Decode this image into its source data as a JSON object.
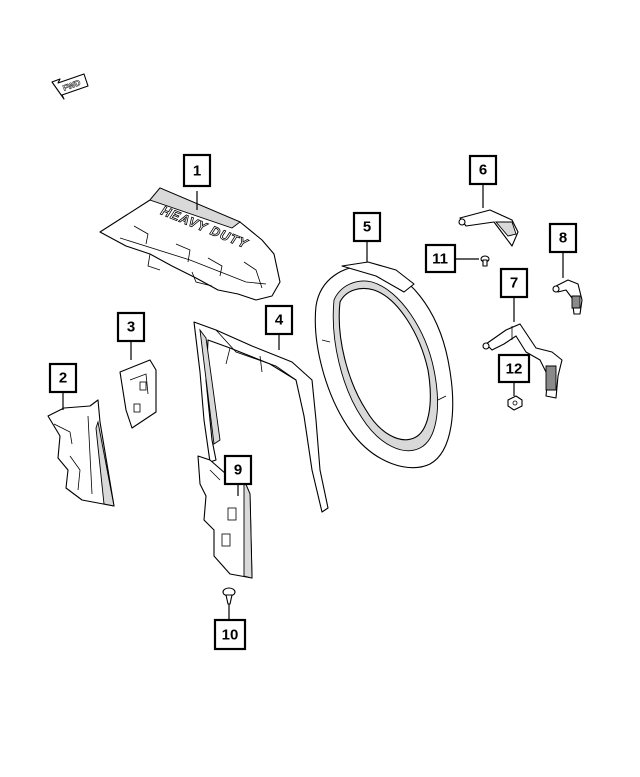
{
  "direction_arrow": {
    "label": "FWD",
    "icon": "forward-arrow-icon"
  },
  "emboss_text": "HEAVY DUTY",
  "callouts": [
    {
      "id": "callout-1",
      "label": "1"
    },
    {
      "id": "callout-2",
      "label": "2"
    },
    {
      "id": "callout-3",
      "label": "3"
    },
    {
      "id": "callout-4",
      "label": "4"
    },
    {
      "id": "callout-5",
      "label": "5"
    },
    {
      "id": "callout-6",
      "label": "6"
    },
    {
      "id": "callout-7",
      "label": "7"
    },
    {
      "id": "callout-8",
      "label": "8"
    },
    {
      "id": "callout-9",
      "label": "9"
    },
    {
      "id": "callout-10",
      "label": "10"
    },
    {
      "id": "callout-11",
      "label": "11"
    },
    {
      "id": "callout-12",
      "label": "12"
    }
  ],
  "colors": {
    "line": "#000000",
    "background": "#ffffff",
    "shade": "#d9d9d9"
  }
}
